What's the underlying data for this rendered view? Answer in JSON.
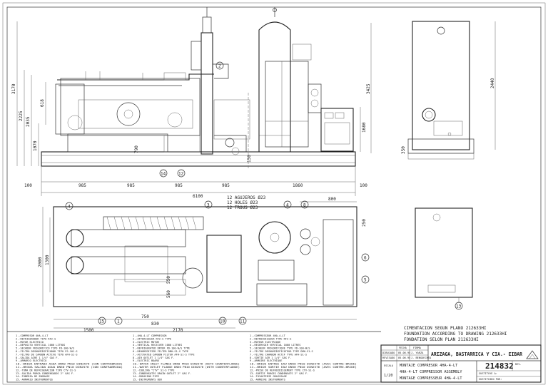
{
  "drawing": {
    "front_view": {
      "dims_left": [
        "3170",
        "2225",
        "2035",
        "1070",
        "618"
      ],
      "dims_bottom": [
        "100",
        "985",
        "985",
        "985",
        "985",
        "1860",
        "100"
      ],
      "dims_inner": [
        "790",
        "150"
      ],
      "overall_length": "6100",
      "height_right": "3425",
      "dim_right_small": "1680",
      "balloons": [
        "2",
        "14",
        "12"
      ]
    },
    "holes_note": [
      "12 AGUJEROS Ø23",
      "12 HOLES Ø23",
      "12 TROUS Ø23"
    ],
    "side_view": {
      "height": "2440",
      "base_small": "350"
    },
    "plan_view": {
      "dims_left": [
        "2000",
        "1300"
      ],
      "dim_top_right": "800",
      "dim_right": "250",
      "dims_inner": [
        "560",
        "550"
      ],
      "dims_bottom": [
        "750",
        "830",
        "2170",
        "1500"
      ],
      "balloons": [
        "4",
        "3",
        "4",
        "8",
        "6",
        "5",
        "15",
        "1",
        "11",
        "10",
        "13"
      ]
    },
    "foundation_note": [
      "CIMENTACION SEGUN PLANO 212633HI",
      "FOUNDATION ACCORDING TO DRAWING 212633HI",
      "FONDATION SELON PLAN 212633HI"
    ],
    "legend_es": [
      "1.-COMPRESOR 4HA-4-LT",
      "2.-REFRIGERADOR TIPO RF2-S",
      "3.-MOTOR ELECTRICO",
      "4.-DEPOSITO VERTICAL 1000 LITROS",
      "5.-SECADOR FRIGORIFICO TIPO FD-100-W/S",
      "6.-FILTRO DESHUMIDIFICADOR TIPO FS-101-S",
      "7.-FILTRO DE CARBON ACTIVO TIPO AFH-S1-S",
      "8.-SALIDA AIRE 1 1/4\" GAS F.",
      "9.-ARMARIO ELECTRICO",
      "10.-BRIDA ENTRADA AGUA DN50 PN10 DIN2576 (CON CONTRABRIDA)",
      "11.-BRIDA SALIDA AGUA DN50 PN10 DIN2576 (CON CONTRABRIDA)",
      "12.-TOMA DE REFRIGERACION TIPO CTV-S1-S",
      "13.-SALIDA PURGA CONDENSADOS 2\" GAS F.",
      "14.-TUBERIA DE ENGRASE",
      "15.-ARMARIO INSTRUMENTOS"
    ],
    "legend_en": [
      "1.-4HA-4-LT COMPRESSOR",
      "2.-AFTERCOOLER RF2-S TYPE",
      "3.-ELECTRIC MOTOR",
      "4.-VERTICAL RECEIVER 1000 LITRES",
      "5.-REFRIGERATED DRYER FD-100-W/S TYPE",
      "6.-DEHUMIDIFIER FILTER DMH-S1-S TYPE",
      "7.-ACTIVATED CARBON FILTER AFH-S1-S TYPE",
      "8.-AIR OUTLET 1 1/4\" GAS F.",
      "9.-ELECTRIC BOARD",
      "10.-WATER INLET FLANGE DN50 PN10 DIN2576 (WITH COUNTERFLANGE)",
      "11.-WATER OUTLET FLANGE DN50 PN10 DIN2576 (WITH COUNTERFLANGE)",
      "12.-COOLING \"CTV\" S1-S TYPE",
      "13.-CONDENSATES DRAIN OUTLET 2\" GAS F.",
      "14.-GREASING PIPE",
      "15.-INSTRUMENTS BOX"
    ],
    "legend_fr": [
      "1.-COMPRESSEUR 4HA-4-LT",
      "2.-REFROIDISSEUR TYPE RF2-S",
      "3.-MOTEUR ELECTRIQUE",
      "4.-RESERVOIR VERTICAL 1000 LITRES",
      "5.-SECHEUR FRIGORIFIQUE TYPE FD-100-W/S",
      "6.-FILTRE DESHUMIDIFICATEUR TYPE DMH-S1-S",
      "7.-FILTRE CHARBON ACTIF TYPE AFH-S1-S",
      "8.-SORTIE AIR 1 1/4\" GAS F.",
      "9.-ARMOIRE ELECTRIQUE",
      "10.-BRIDE ENTREE EAU DN50 PN10 DIN2576 (AVEC CONTRE-BRIDE)",
      "11.-BRIDE SORTIE EAU DN50 PN10 DIN2576 (AVEC CONTRE-BRIDE)",
      "12.-PRISE DE REFROIDISSEMENT TYPE CTV-S1-S",
      "13.-SORTIE PURGES CONDENSATS 2\" GAS F.",
      "14.-TUYAUTERIE GRAISSAGE",
      "15.-ARMOIRE INSTRUMENTS"
    ]
  },
  "title_block": {
    "col_headers": [
      "FECHA",
      "FIRMA"
    ],
    "rows": [
      {
        "label": "DIBUJADO",
        "date": "05-06-95",
        "sign": "J. YARZA"
      },
      {
        "label": "REVISADO",
        "date": "05-06-95",
        "sign": "J. BENGOECHEA"
      }
    ],
    "scale_label": "ESCALA",
    "scale": "1/20",
    "company": "ARIZAGA, BASTARRICA Y CIA.- EIBAR",
    "titles": [
      "MONTAJE COMPRESOR 4HA-4-LT",
      "4HA-4-LT COMPRESSOR ASSEMBLY",
      "MONTAGE COMPRESSEUR 4HA-4-LT"
    ],
    "drawing_number": "214832",
    "rev_label": "REV.",
    "sustituye": "SUSTITUYE A:",
    "sustituido": "SUSTITUIDO POR:"
  }
}
